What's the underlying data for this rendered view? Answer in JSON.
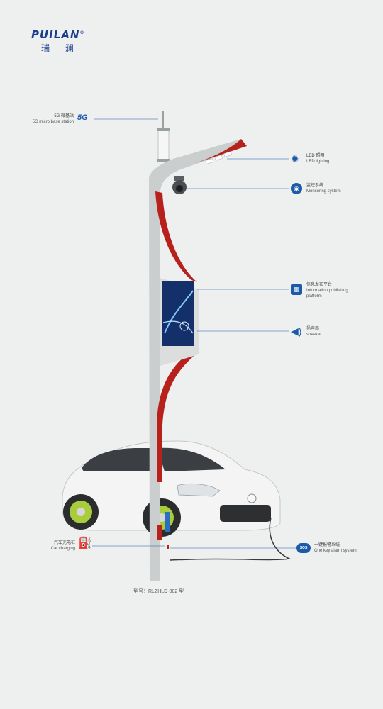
{
  "brand": {
    "name_en": "PUILAN",
    "registered": "®",
    "name_cn": "瑞 澜"
  },
  "callouts": {
    "base_station": {
      "cn": "5G 微基站",
      "en": "5G micro base station",
      "icon": "5G"
    },
    "led": {
      "cn": "LED 照明",
      "en": "LED lighting",
      "icon": "sun-icon"
    },
    "monitoring": {
      "cn": "监控系统",
      "en": "Monitoring system",
      "icon": "camera-icon"
    },
    "info": {
      "cn": "信息发布平台",
      "en1": "Information publishing",
      "en2": "platform",
      "icon": "screen-icon"
    },
    "speaker": {
      "cn": "扬声器",
      "en": "speaker",
      "icon": "speaker-icon"
    },
    "charging": {
      "cn": "汽车充电桩",
      "en": "Car charging",
      "icon": "charger-icon"
    },
    "alarm": {
      "cn": "一键报警系统",
      "en": "One key alarm system",
      "icon": "SOS"
    }
  },
  "model": "型号：RLZHLD-002 型",
  "colors": {
    "accent": "#1c5ba8",
    "pole_red": "#b8201c",
    "pole_silver": "#c9cccc",
    "background": "#eef0f0"
  }
}
